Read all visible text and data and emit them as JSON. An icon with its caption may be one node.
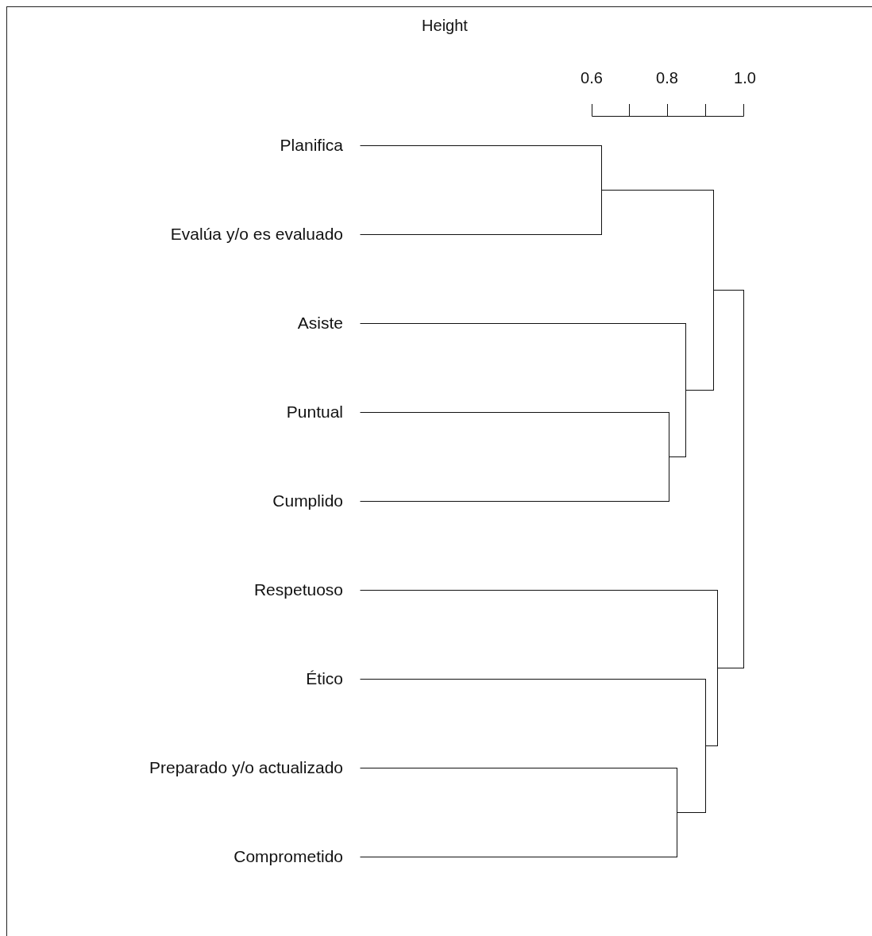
{
  "diagram": {
    "nodes": [
      {
        "text": [
          "Planifica"
        ]
      },
      {
        "text": [
          "Evalúa y/o es evaluado"
        ]
      },
      {
        "text": [
          "Asiste"
        ]
      },
      {
        "text": [
          "Puntual"
        ]
      },
      {
        "text": [
          "Cumplido"
        ]
      },
      {
        "text": [
          "Respetuoso"
        ]
      },
      {
        "text": [
          "Ético"
        ]
      },
      {
        "text": [
          "Preparado y/o actualizado"
        ]
      },
      {
        "text": [
          "Comprometido"
        ]
      },
      {
        "text": [],
        "shape": "bar"
      },
      {
        "text": [],
        "shape": "bar"
      },
      {
        "text": [],
        "shape": "bar"
      },
      {
        "text": [],
        "shape": "bar"
      },
      {
        "text": [],
        "shape": "bar"
      },
      {
        "text": [],
        "shape": "bar"
      },
      {
        "text": [],
        "shape": "bar"
      },
      {
        "text": [],
        "shape": "bar"
      }
    ],
    "edges": [
      {
        "from": 9,
        "to": 0,
        "arrow": "none"
      },
      {
        "from": 9,
        "to": 1,
        "arrow": "none"
      },
      {
        "from": 10,
        "to": 3,
        "arrow": "none"
      },
      {
        "from": 10,
        "to": 4,
        "arrow": "none"
      },
      {
        "from": 11,
        "to": 7,
        "arrow": "none"
      },
      {
        "from": 11,
        "to": 8,
        "arrow": "none"
      },
      {
        "from": 12,
        "to": 2,
        "arrow": "none"
      },
      {
        "from": 12,
        "to": 10,
        "arrow": "none"
      },
      {
        "from": 13,
        "to": 6,
        "arrow": "none"
      },
      {
        "from": 13,
        "to": 11,
        "arrow": "none"
      },
      {
        "from": 14,
        "to": 9,
        "arrow": "none"
      },
      {
        "from": 14,
        "to": 12,
        "arrow": "none"
      },
      {
        "from": 15,
        "to": 5,
        "arrow": "none"
      },
      {
        "from": 15,
        "to": 13,
        "arrow": "none"
      },
      {
        "from": 16,
        "to": 14,
        "arrow": "none"
      },
      {
        "from": 16,
        "to": 15,
        "arrow": "none"
      }
    ],
    "labels": [
      "Height",
      "0.6",
      "0.8",
      "1.0"
    ]
  }
}
